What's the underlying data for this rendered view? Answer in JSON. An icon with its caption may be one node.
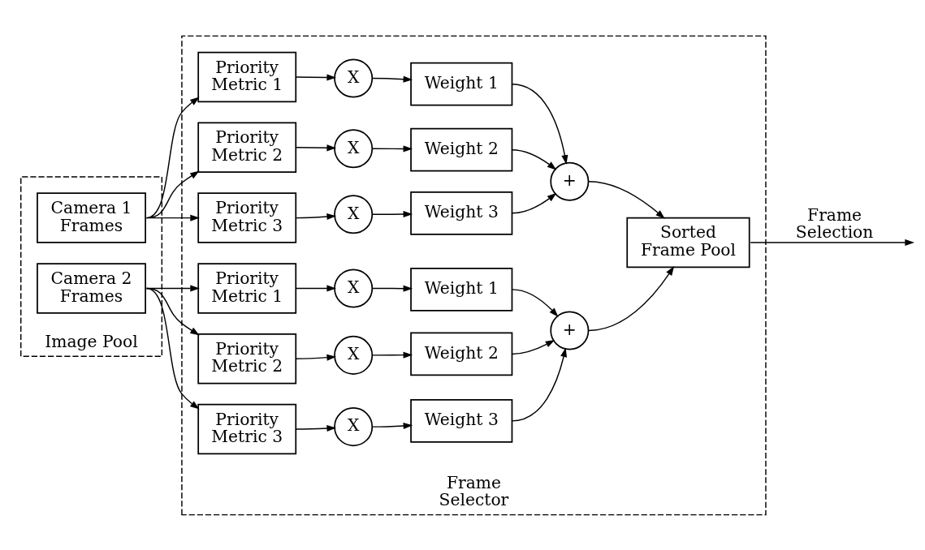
{
  "diagram": {
    "nodes": [
      {
        "text": [
          "Image Pool"
        ]
      },
      {
        "text": [
          "Camera 1 Frames"
        ],
        "in": 0
      },
      {
        "text": [
          "Camera 2 Frames"
        ],
        "in": 0
      },
      {
        "text": [
          "Frame Selector"
        ]
      },
      {
        "text": [
          "Priority Metric 1"
        ],
        "in": 3
      },
      {
        "text": [
          "X"
        ],
        "in": 3
      },
      {
        "text": [
          "Weight 1"
        ],
        "in": 3
      },
      {
        "text": [
          "Priority Metric 2"
        ],
        "in": 3
      },
      {
        "text": [
          "X"
        ],
        "in": 3
      },
      {
        "text": [
          "Weight 2"
        ],
        "in": 3
      },
      {
        "text": [
          "Priority Metric 3"
        ],
        "in": 3
      },
      {
        "text": [
          "X"
        ],
        "in": 3
      },
      {
        "text": [
          "Weight 3"
        ],
        "in": 3
      },
      {
        "text": [
          "+"
        ],
        "in": 3
      },
      {
        "text": [
          "Sorted Frame Pool"
        ],
        "in": 3
      },
      {
        "text": [
          "Priority Metric 1"
        ],
        "in": 3
      },
      {
        "text": [
          "X"
        ],
        "in": 3
      },
      {
        "text": [
          "Weight 1"
        ],
        "in": 3
      },
      {
        "text": [
          "Priority Metric 2"
        ],
        "in": 3
      },
      {
        "text": [
          "X"
        ],
        "in": 3
      },
      {
        "text": [
          "Weight 2"
        ],
        "in": 3
      },
      {
        "text": [
          "Priority Metric 3"
        ],
        "in": 3
      },
      {
        "text": [
          "X"
        ],
        "in": 3
      },
      {
        "text": [
          "Weight 3"
        ],
        "in": 3
      },
      {
        "text": [
          "+"
        ],
        "in": 3
      }
    ],
    "edges": [
      {
        "from": 1,
        "to": 4,
        "arrow": "to"
      },
      {
        "from": 1,
        "to": 7,
        "arrow": "to"
      },
      {
        "from": 1,
        "to": 10,
        "arrow": "to"
      },
      {
        "from": 4,
        "to": 5,
        "arrow": "to"
      },
      {
        "from": 5,
        "to": 6,
        "arrow": "to"
      },
      {
        "from": 7,
        "to": 8,
        "arrow": "to"
      },
      {
        "from": 8,
        "to": 9,
        "arrow": "to"
      },
      {
        "from": 10,
        "to": 11,
        "arrow": "to"
      },
      {
        "from": 11,
        "to": 12,
        "arrow": "to"
      },
      {
        "from": 6,
        "to": 13,
        "arrow": "to"
      },
      {
        "from": 9,
        "to": 13,
        "arrow": "to"
      },
      {
        "from": 12,
        "to": 13,
        "arrow": "to"
      },
      {
        "from": 13,
        "to": 14,
        "arrow": "to"
      },
      {
        "from": 2,
        "to": 15,
        "arrow": "to"
      },
      {
        "from": 2,
        "to": 18,
        "arrow": "to"
      },
      {
        "from": 2,
        "to": 21,
        "arrow": "to"
      },
      {
        "from": 15,
        "to": 16,
        "arrow": "to"
      },
      {
        "from": 16,
        "to": 17,
        "arrow": "to"
      },
      {
        "from": 18,
        "to": 19,
        "arrow": "to"
      },
      {
        "from": 19,
        "to": 20,
        "arrow": "to"
      },
      {
        "from": 21,
        "to": 22,
        "arrow": "to"
      },
      {
        "from": 22,
        "to": 23,
        "arrow": "to"
      },
      {
        "from": 17,
        "to": 24,
        "arrow": "to"
      },
      {
        "from": 20,
        "to": 24,
        "arrow": "to"
      },
      {
        "from": 23,
        "to": 24,
        "arrow": "to"
      },
      {
        "from": 24,
        "to": 14,
        "arrow": "to"
      },
      {
        "from": 14,
        "to": null,
        "label": "Frame Selection",
        "arrow": "to"
      }
    ]
  }
}
